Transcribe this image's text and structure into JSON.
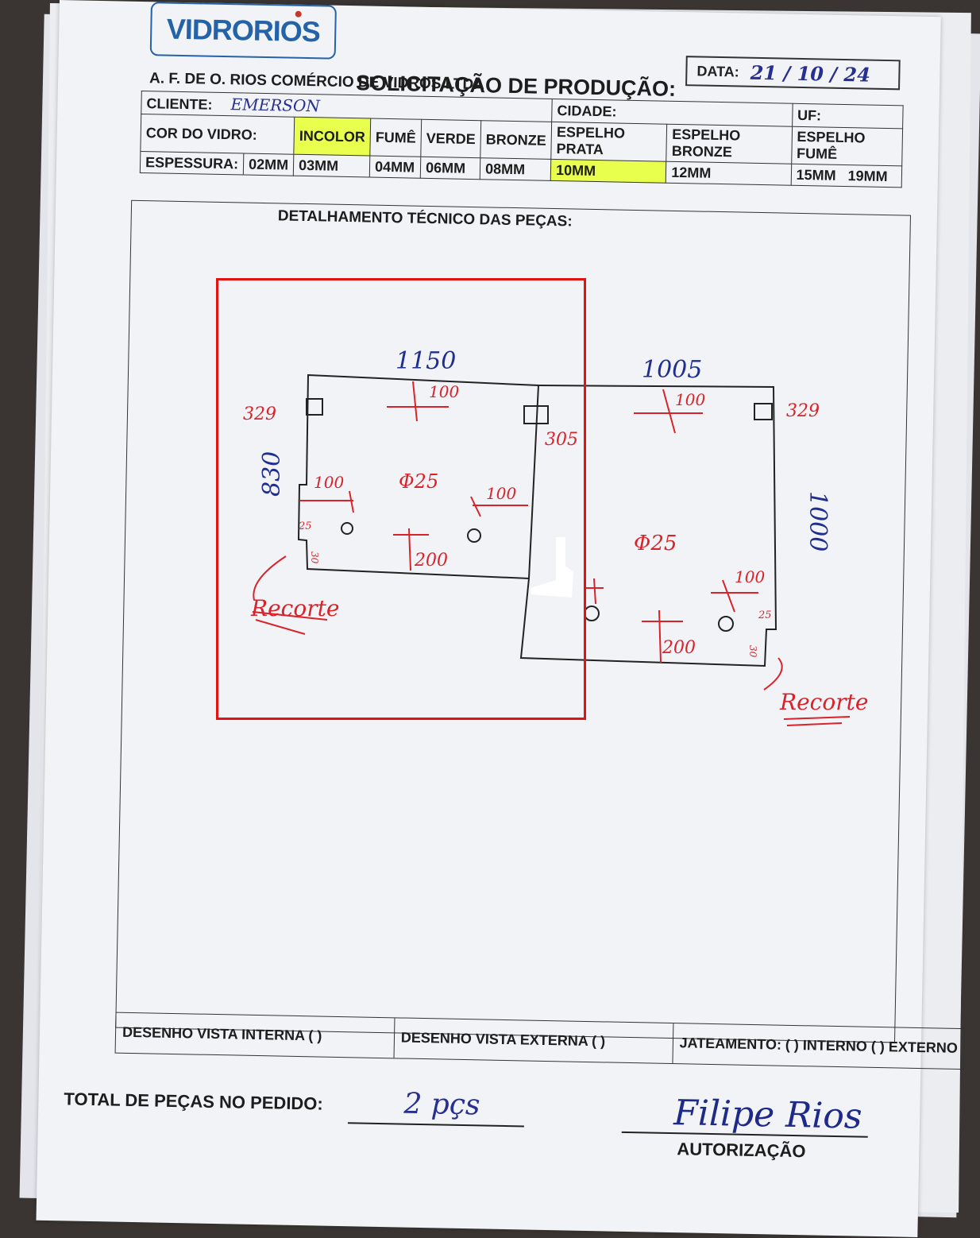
{
  "header": {
    "logo_text": "VIDRORIOS",
    "date_label": "DATA:",
    "date_value": "21 / 10 / 24",
    "title": "SOLICITAÇÃO DE PRODUÇÃO:",
    "company": "A. F. DE O. RIOS COMÉRCIO DE VIDROS LTDA"
  },
  "form": {
    "cliente_label": "CLIENTE:",
    "cliente_value": "EMERSON",
    "cidade_label": "CIDADE:",
    "uf_label": "UF:",
    "cor_label": "COR DO VIDRO:",
    "cores": [
      "INCOLOR",
      "FUMÊ",
      "VERDE",
      "BRONZE",
      "ESPELHO PRATA",
      "ESPELHO BRONZE",
      "ESPELHO FUMÊ"
    ],
    "cor_selected": "INCOLOR",
    "espessura_label": "ESPESSURA:",
    "espessuras": [
      "02MM",
      "03MM",
      "04MM",
      "06MM",
      "08MM",
      "10MM",
      "12MM",
      "15MM",
      "19MM"
    ],
    "espessura_selected": "10MM",
    "highlight_color": "#e8ff4d"
  },
  "section": {
    "title": "DETALHAMENTO TÉCNICO DAS PEÇAS:"
  },
  "drawing": {
    "piece1": {
      "width": "1150",
      "height": "830",
      "edge_left": "329",
      "edge_right": "305",
      "dist_top": "100",
      "dist_left": "100",
      "dist_right": "100",
      "dist_bottom": "200",
      "hole": "Φ25",
      "notch_a": "25",
      "notch_b": "30",
      "note": "Recorte"
    },
    "piece2": {
      "width": "1005",
      "height": "1000",
      "edge_right": "329",
      "dist_top": "100",
      "dist_right": "100",
      "dist_bottom": "200",
      "hole": "Φ25",
      "notch_a": "25",
      "notch_b": "30",
      "note": "Recorte"
    },
    "annotation_color": "#d8232a",
    "highlight_box_color": "#e31212"
  },
  "footer": {
    "vista_interna": "DESENHO VISTA INTERNA ( )",
    "vista_externa": "DESENHO VISTA EXTERNA ( )",
    "jateamento": "JATEAMENTO: ( ) INTERNO ( ) EXTERNO",
    "total_label": "TOTAL DE PEÇAS NO PEDIDO:",
    "total_value": "2 pçs",
    "autorizacao_label": "AUTORIZAÇÃO",
    "signature": "Filipe Rios"
  }
}
